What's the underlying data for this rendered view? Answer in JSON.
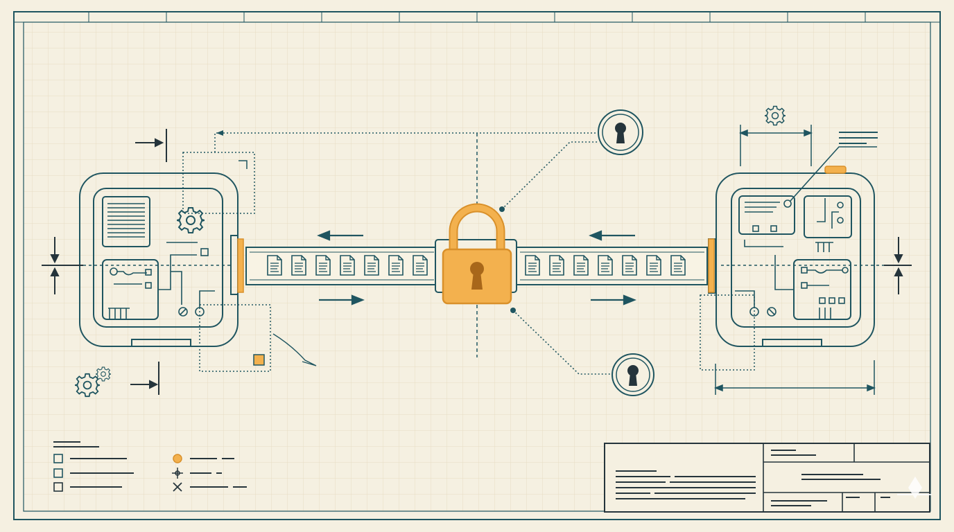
{
  "diagram": {
    "kind": "blueprint",
    "subject": "secure-tunnel-between-two-devices",
    "colors": {
      "paper": "#f5f0e1",
      "grid": "#e6dcc2",
      "ink": "#1f5560",
      "accent": "#f3b14e",
      "accent_edge": "#d9902a",
      "keyhole": "#a8671a",
      "dark": "#25343b"
    },
    "icons": [
      "padlock-icon",
      "keyhole-icon",
      "keyhole-icon",
      "gear-icon",
      "document-icon"
    ],
    "left_device": {
      "document_icons": 7,
      "flow_arrows": [
        "left",
        "right"
      ]
    },
    "right_device": {
      "document_icons": 7,
      "flow_arrows": [
        "left",
        "right"
      ]
    },
    "legend": {
      "rows": [
        {
          "symbol": "square"
        },
        {
          "symbol": "square"
        },
        {
          "symbol": "square"
        },
        {
          "symbol": "circle-filled"
        },
        {
          "symbol": "cross-dot"
        },
        {
          "symbol": "x-mark"
        }
      ]
    }
  }
}
